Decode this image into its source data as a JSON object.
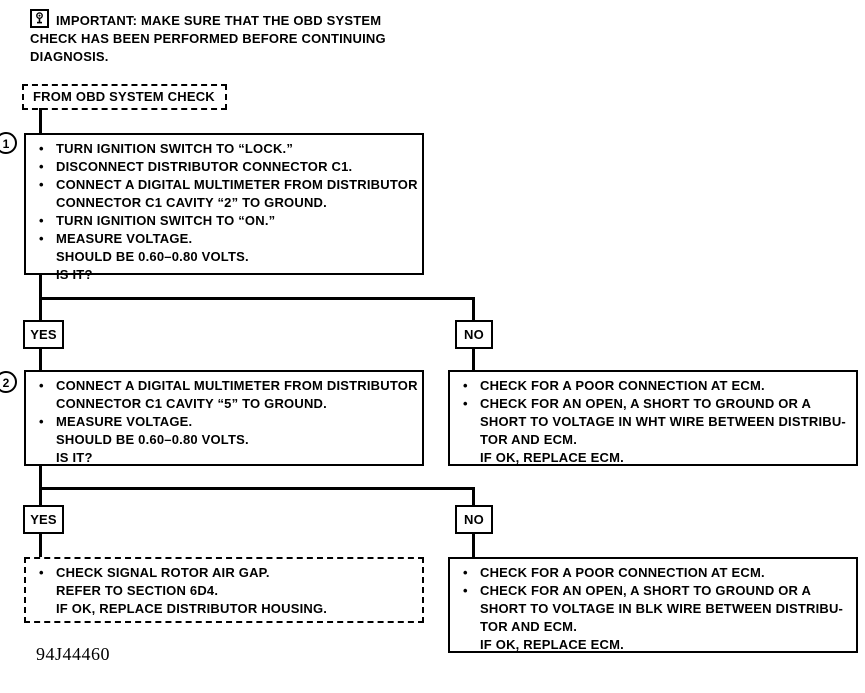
{
  "glyphs": {
    "bullet": "•"
  },
  "note": {
    "icon_name": "test-lamp-icon",
    "line1": "IMPORTANT:  MAKE SURE THAT THE OBD SYSTEM",
    "line2": "CHECK HAS BEEN PERFORMED BEFORE CONTINUING",
    "line3": "DIAGNOSIS."
  },
  "start_box": {
    "label": "FROM OBD SYSTEM CHECK"
  },
  "step1": {
    "number": "1",
    "lines": [
      {
        "bullet": true,
        "text": "TURN IGNITION SWITCH TO “LOCK.”"
      },
      {
        "bullet": true,
        "text": "DISCONNECT DISTRIBUTOR CONNECTOR C1."
      },
      {
        "bullet": true,
        "text": "CONNECT A DIGITAL MULTIMETER FROM DISTRIBUTOR"
      },
      {
        "bullet": false,
        "text": "CONNECTOR C1 CAVITY “2” TO GROUND."
      },
      {
        "bullet": true,
        "text": "TURN IGNITION SWITCH TO “ON.”"
      },
      {
        "bullet": true,
        "text": "MEASURE VOLTAGE."
      },
      {
        "bullet": false,
        "text": "SHOULD BE 0.60–0.80 VOLTS."
      },
      {
        "bullet": false,
        "text": "IS IT?"
      }
    ]
  },
  "branch1": {
    "yes": "YES",
    "no": "NO"
  },
  "step2": {
    "number": "2",
    "lines": [
      {
        "bullet": true,
        "text": "CONNECT A DIGITAL MULTIMETER FROM DISTRIBUTOR"
      },
      {
        "bullet": false,
        "text": "CONNECTOR C1 CAVITY “5” TO GROUND."
      },
      {
        "bullet": true,
        "text": "MEASURE VOLTAGE."
      },
      {
        "bullet": false,
        "text": "SHOULD BE 0.60–0.80 VOLTS."
      },
      {
        "bullet": false,
        "text": "IS IT?"
      }
    ]
  },
  "result_no1": {
    "lines": [
      {
        "bullet": true,
        "text": "CHECK FOR A POOR CONNECTION AT ECM."
      },
      {
        "bullet": true,
        "text": "CHECK FOR AN OPEN, A SHORT TO GROUND OR A"
      },
      {
        "bullet": false,
        "text": "SHORT TO VOLTAGE IN WHT WIRE BETWEEN DISTRIBU-"
      },
      {
        "bullet": false,
        "text": "TOR AND ECM."
      },
      {
        "bullet": false,
        "text": "IF OK, REPLACE ECM."
      }
    ]
  },
  "branch2": {
    "yes": "YES",
    "no": "NO"
  },
  "result_yes2": {
    "lines": [
      {
        "bullet": true,
        "text": "CHECK SIGNAL ROTOR AIR GAP."
      },
      {
        "bullet": false,
        "text": "REFER TO SECTION 6D4."
      },
      {
        "bullet": false,
        "text": "IF OK, REPLACE DISTRIBUTOR HOUSING."
      }
    ]
  },
  "result_no2": {
    "lines": [
      {
        "bullet": true,
        "text": "CHECK FOR A POOR CONNECTION AT ECM."
      },
      {
        "bullet": true,
        "text": "CHECK FOR AN OPEN, A SHORT TO GROUND OR A"
      },
      {
        "bullet": false,
        "text": "SHORT TO VOLTAGE IN BLK WIRE BETWEEN DISTRIBU-"
      },
      {
        "bullet": false,
        "text": "TOR AND ECM."
      },
      {
        "bullet": false,
        "text": "IF OK, REPLACE ECM."
      }
    ]
  },
  "figure_id": "94J44460"
}
